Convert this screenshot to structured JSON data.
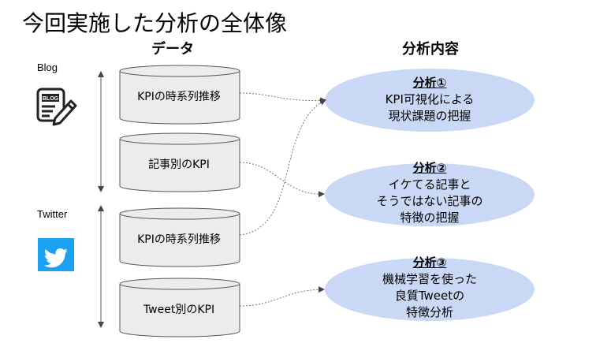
{
  "title": "今回実施した分析の全体像",
  "headers": {
    "data": "データ",
    "analysis": "分析内容"
  },
  "sources": [
    {
      "label": "Blog",
      "icon": "blog-icon"
    },
    {
      "label": "Twitter",
      "icon": "twitter-icon"
    }
  ],
  "data_items": [
    {
      "label": "KPIの時系列推移"
    },
    {
      "label": "記事別のKPI"
    },
    {
      "label": "KPIの時系列推移"
    },
    {
      "label": "Tweet別のKPI"
    }
  ],
  "analyses": [
    {
      "heading": "分析①",
      "lines": [
        "KPI可視化による",
        "現状課題の把握"
      ]
    },
    {
      "heading": "分析②",
      "lines": [
        "イケてる記事と",
        "そうではない記事の",
        "特徴の把握"
      ]
    },
    {
      "heading": "分析③",
      "lines": [
        "機械学習を使った",
        "良質Tweetの",
        "特徴分析"
      ]
    }
  ],
  "colors": {
    "cylinder_fill": "#ececec",
    "cylinder_stroke": "#555555",
    "ellipse_fill": "#c9d8f5",
    "twitter_blue": "#1da1f2",
    "connector": "#777777"
  }
}
